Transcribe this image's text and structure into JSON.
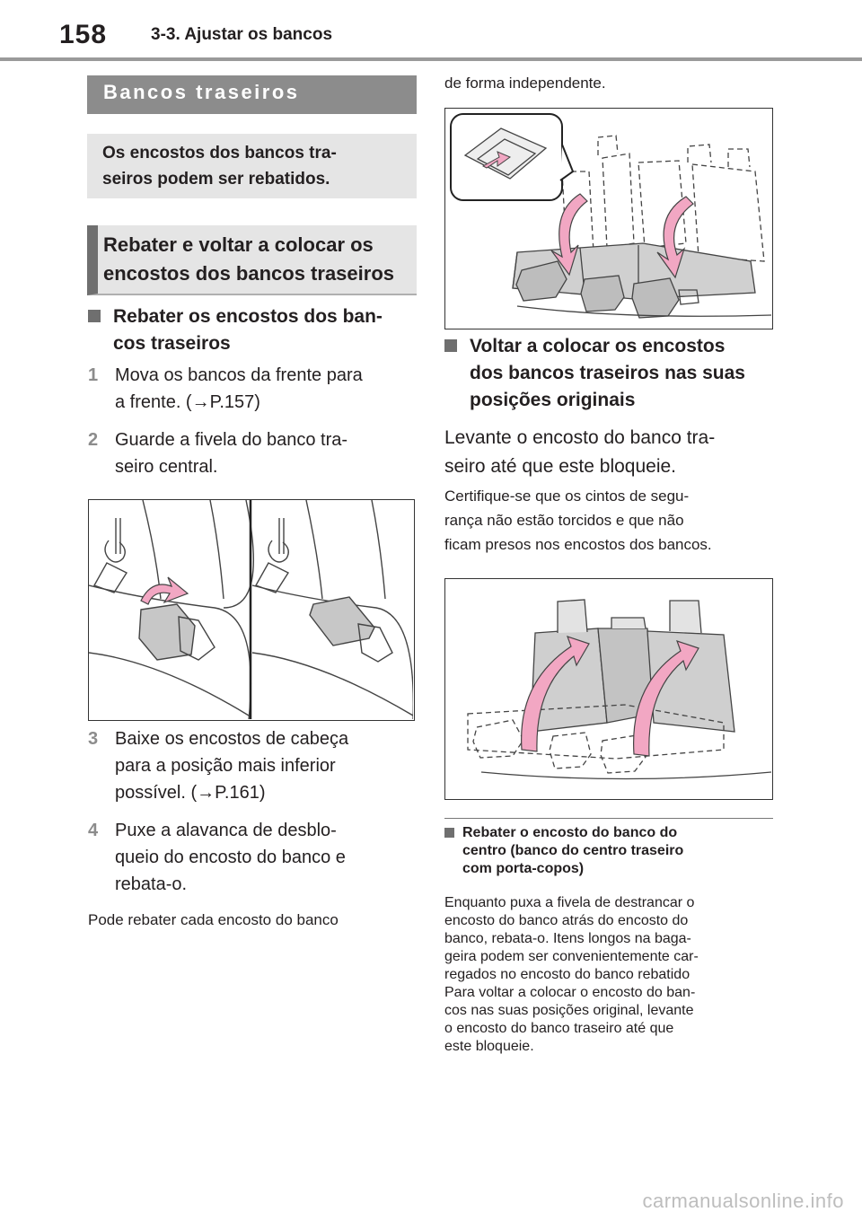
{
  "header": {
    "page_number": "158",
    "title": "3-3. Ajustar os bancos"
  },
  "section": {
    "title": "Bancos traseiros",
    "summary": [
      "Os encostos dos bancos tra-",
      "seiros podem ser rebatidos."
    ],
    "subsection": [
      "Rebater e voltar a colocar os",
      "encostos dos bancos traseiros"
    ]
  },
  "fold": {
    "heading": [
      "Rebater os encostos dos ban-",
      "cos traseiros"
    ],
    "step1": {
      "num": "1",
      "lines": [
        "Mova os bancos da frente para",
        "a frente. (→P.157)"
      ]
    },
    "step2": {
      "num": "2",
      "lines": [
        "Guarde a fivela do banco tra-",
        "seiro central."
      ]
    },
    "step3": {
      "num": "3",
      "lines": [
        "Baixe os encostos de cabeça",
        "para a posição mais inferior",
        "possível. (→P.161)"
      ]
    },
    "step4": {
      "num": "4",
      "lines": [
        "Puxe a alavanca de desblo-",
        "queio do encosto do banco e",
        "rebata-o."
      ]
    },
    "note_lines": [
      "Pode rebater cada encosto do banco",
      "de forma independente."
    ]
  },
  "restore": {
    "heading": [
      "Voltar a colocar os encostos",
      "dos bancos traseiros nas suas",
      "posições originais"
    ],
    "body": [
      "Levante o encosto do banco tra-",
      "seiro até que este bloqueie."
    ],
    "note": [
      "Certifique-se que os cintos de segu-",
      "rança não estão torcidos e que não",
      "ficam presos nos encostos dos bancos."
    ]
  },
  "center_seat": {
    "heading": [
      "Rebater o encosto do banco do",
      "centro (banco do centro traseiro",
      "com porta-copos)"
    ],
    "body": [
      "Enquanto puxa a fivela de destrancar o",
      "encosto do banco atrás do encosto do",
      "banco, rebata-o. Itens longos na baga-",
      "geira podem ser convenientemente car-",
      "regados no encosto do banco rebatido",
      "Para voltar a colocar o encosto do ban-",
      "cos nas suas posições original, levante",
      "o encosto do banco traseiro até que",
      "este bloqueie."
    ]
  },
  "watermark": "carmanualsonline.info",
  "colors": {
    "bar": "#8c8c8c",
    "box": "#e5e5e5",
    "arrow_pink": "#f2a7c3",
    "accent_dark": "#6f6f6f"
  }
}
